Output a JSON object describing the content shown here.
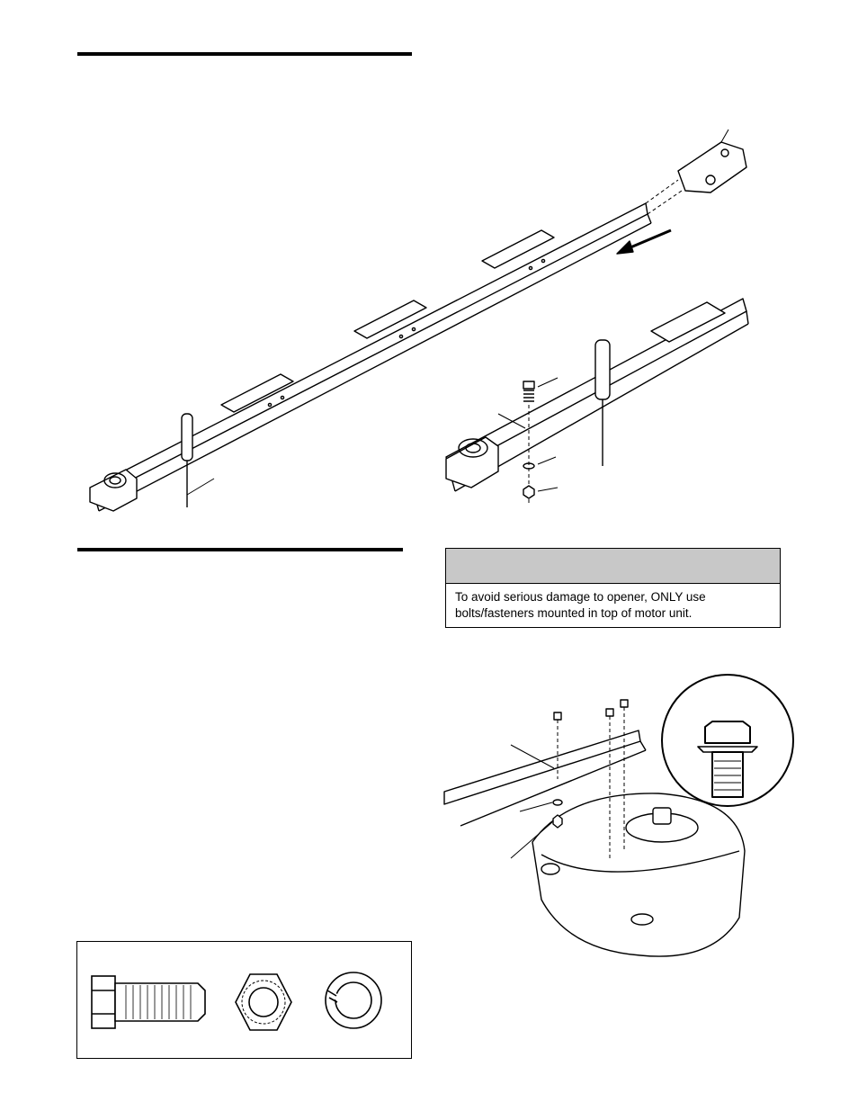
{
  "caution": {
    "line1": "To avoid serious damage to opener, ONLY use",
    "line2": "bolts/fasteners mounted in top of motor unit."
  },
  "icons": [
    "rail-assembly-figure",
    "rail-section-figure",
    "motor-unit-figure",
    "bolt-detail-figure",
    "bolt-icon",
    "nut-icon",
    "lock-washer-icon",
    "screwdriver-icon"
  ]
}
